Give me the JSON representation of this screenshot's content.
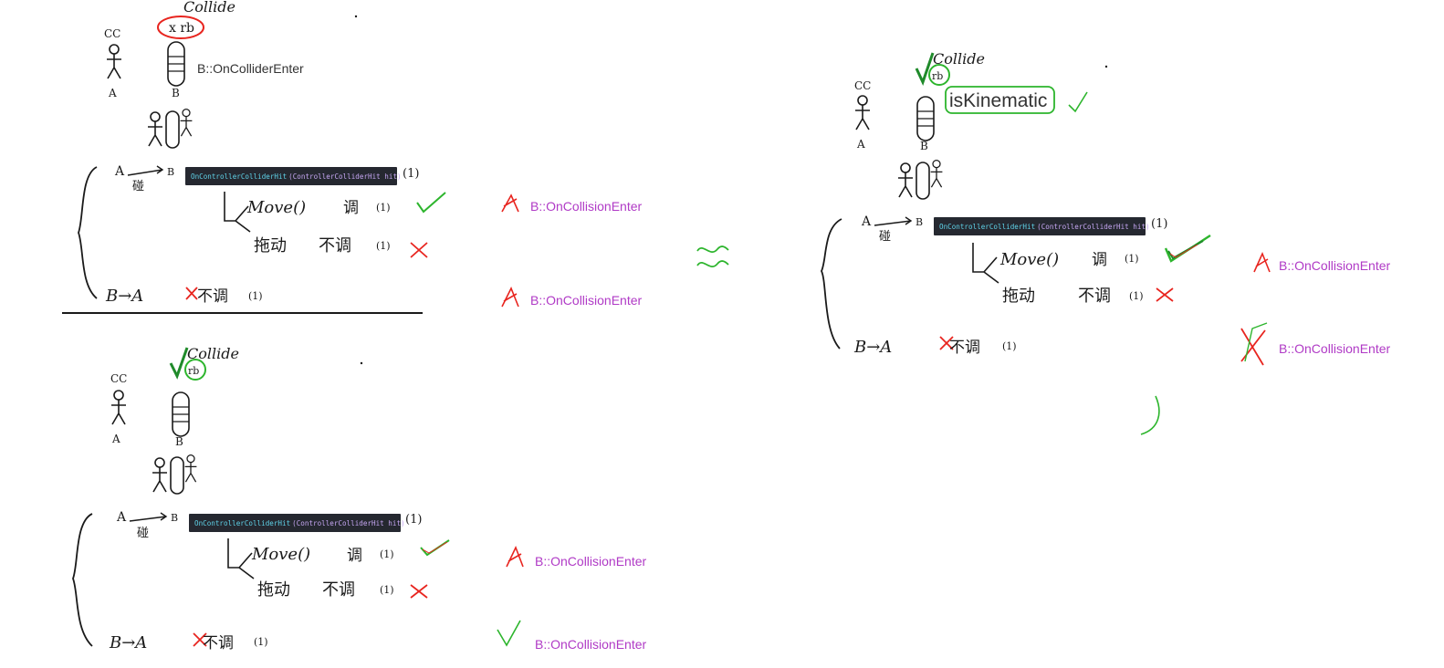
{
  "colors": {
    "ink": "#1a1a1a",
    "red": "#e8251f",
    "green": "#2db52d",
    "purple": "#b03ac6",
    "code_bg": "#252830",
    "code_method": "#5fd2e8",
    "code_param": "#c5a6f2"
  },
  "icons": [
    "stick-figure-icon",
    "capsule-icon",
    "check-mark-icon",
    "cross-mark-icon",
    "brace-icon",
    "approx-equal-icon"
  ],
  "labels": {
    "collide": "Collide",
    "cc": "CC",
    "a": "A",
    "b": "B",
    "rb": "rb",
    "x_rb": "x rb",
    "on_collider_enter": "B::OnColliderEnter",
    "is_kinematic": "isKinematic",
    "on_collision_enter": "B::OnCollisionEnter"
  },
  "code": {
    "method": "OnControllerColliderHit",
    "params": "(ControllerColliderHit hit)"
  },
  "handwriting": {
    "a_hits_b": "A→B",
    "a_under": "碰",
    "call_1": "(1)",
    "move": "Move()",
    "call": "调",
    "drag": "拖动",
    "no_call": "不调",
    "b_to_a": "B→A",
    "paren_1": "(1)"
  }
}
